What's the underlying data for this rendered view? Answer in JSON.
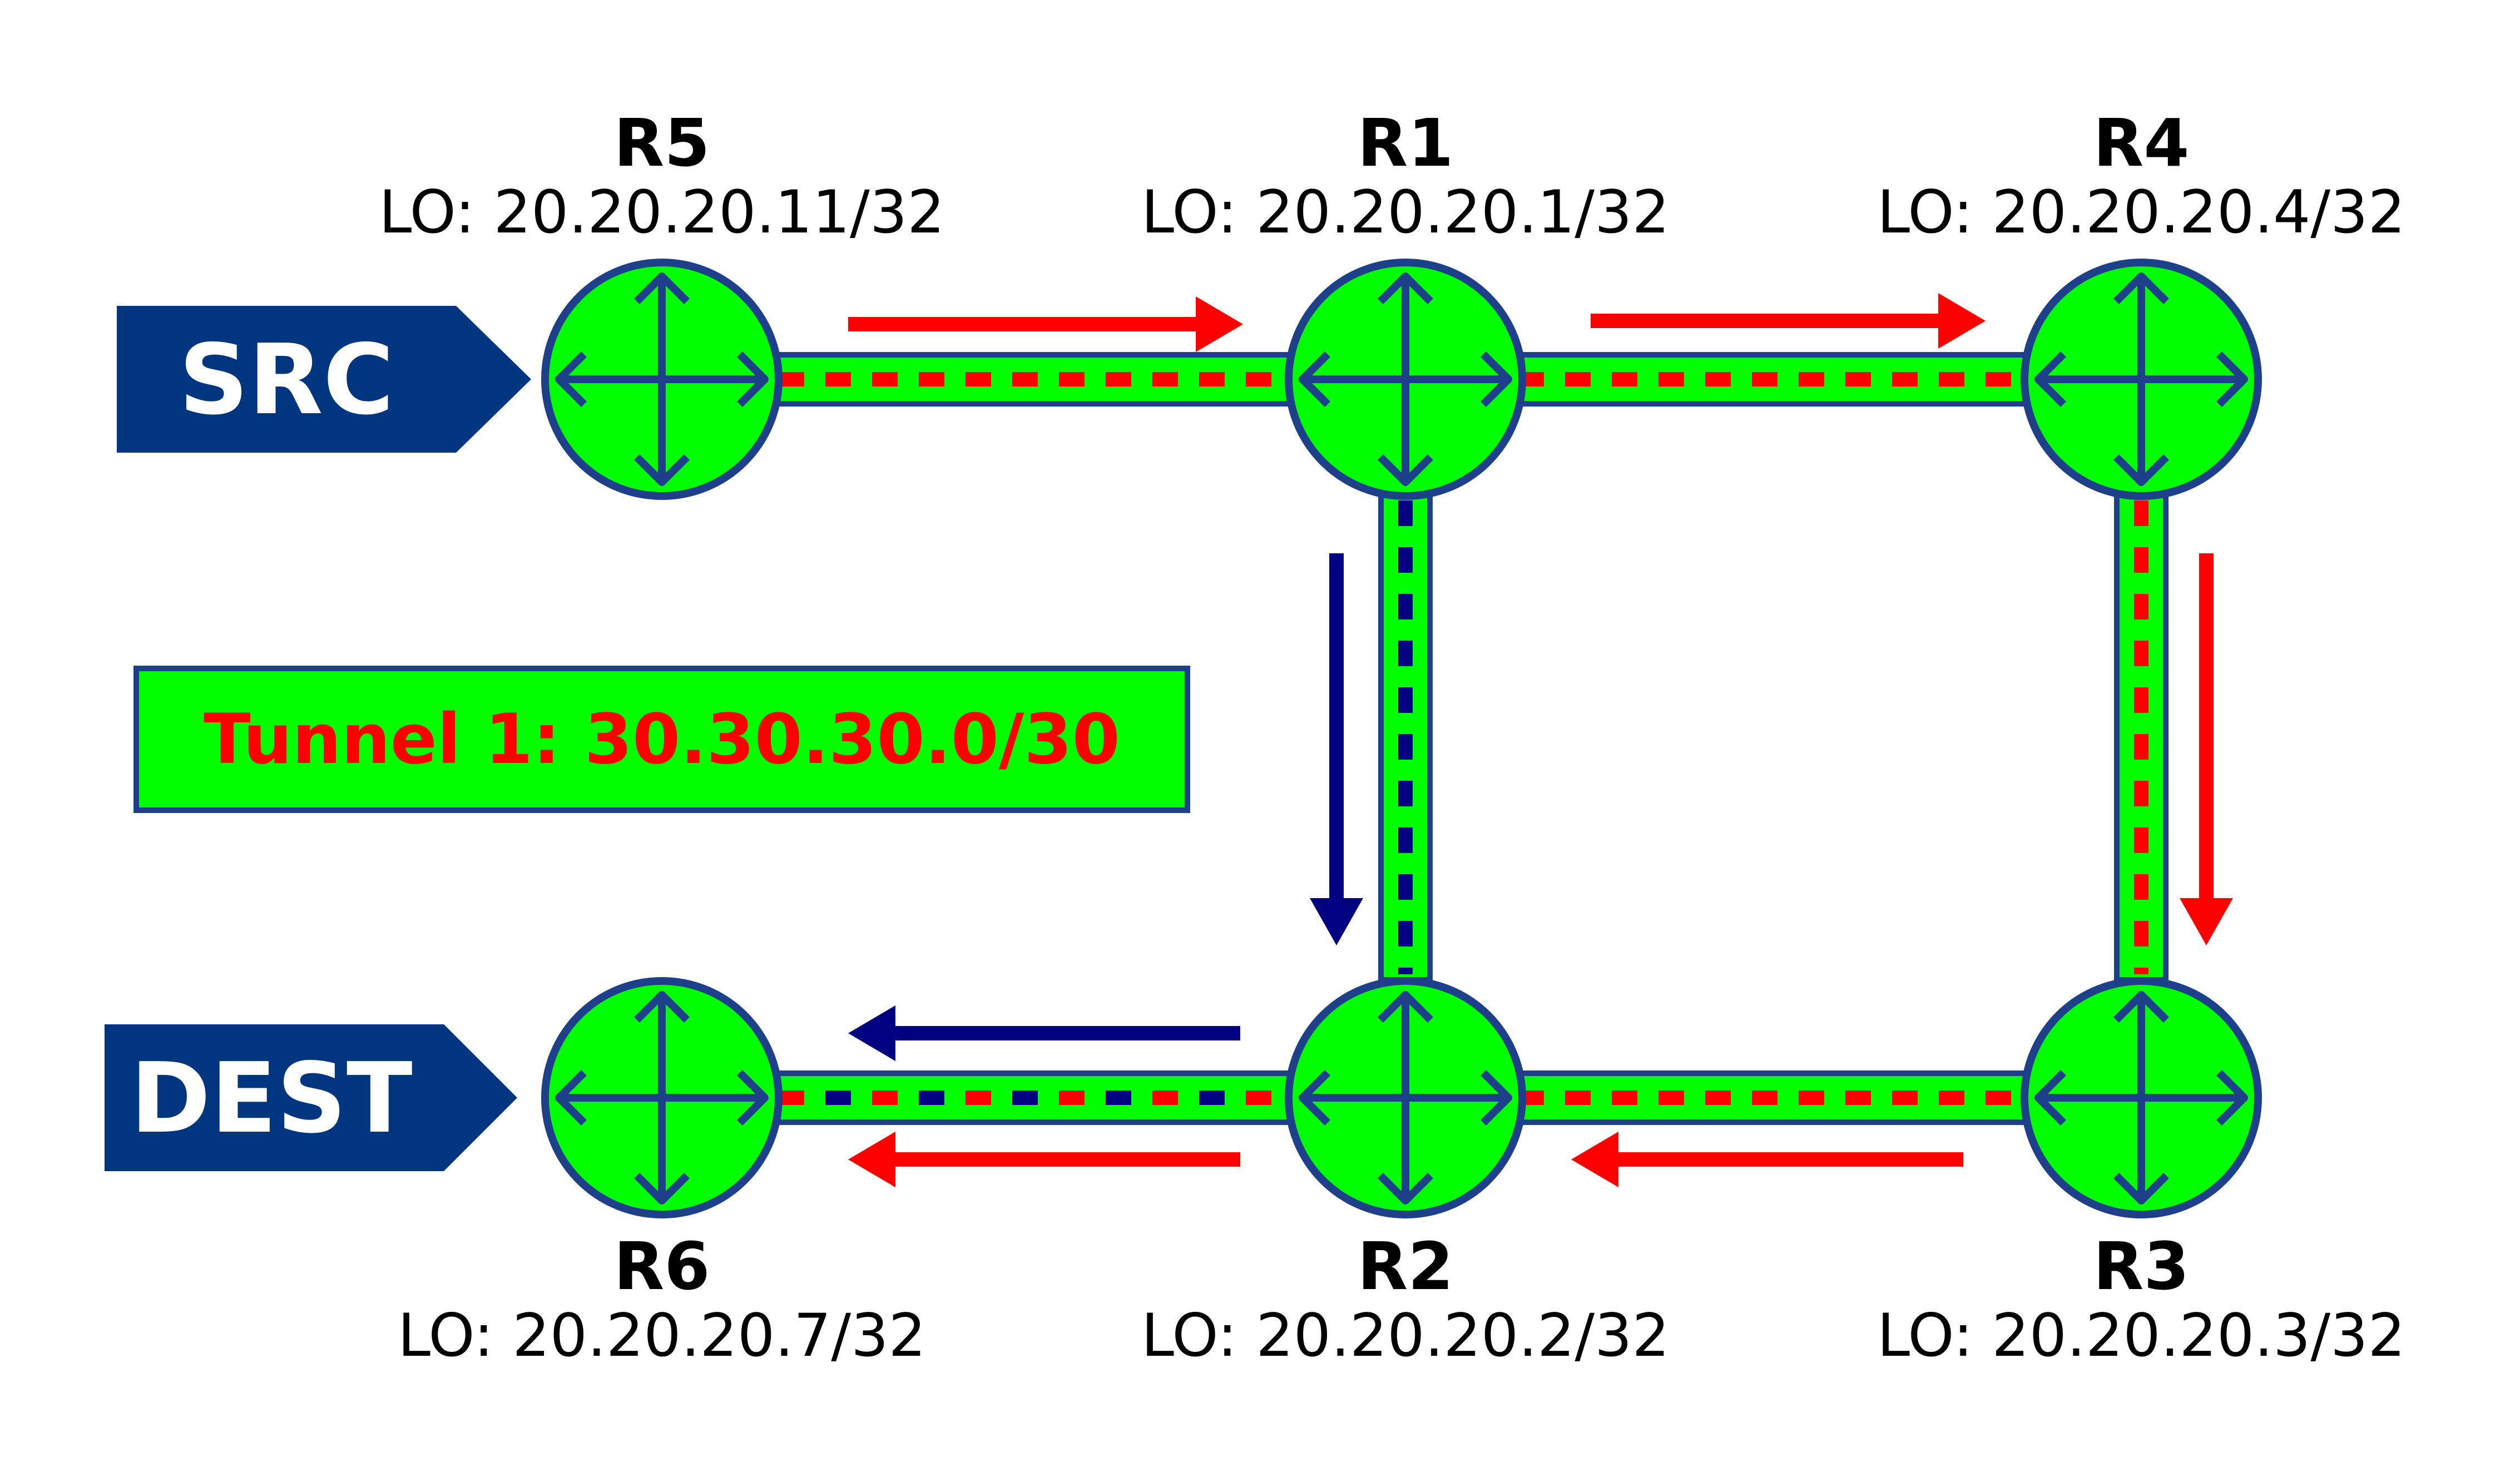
{
  "colors": {
    "router_fill": "#00ff00",
    "router_stroke": "#1e3f8a",
    "router_icon": "#1e3f8a",
    "link_fill": "#00ff00",
    "link_stroke": "#1e3f8a",
    "red_path": "#ff0000",
    "blue_path": "#000080",
    "tag_fill": "#003580",
    "tag_text": "#ffffff",
    "tunnel_box_fill": "#00ff00",
    "tunnel_box_stroke": "#1e3f8a",
    "tunnel_text": "#ff0000"
  },
  "routers": {
    "r5": {
      "name": "R5",
      "lo": "LO: 20.20.20.11/32"
    },
    "r1": {
      "name": "R1",
      "lo": "LO: 20.20.20.1/32"
    },
    "r4": {
      "name": "R4",
      "lo": "LO: 20.20.20.4/32"
    },
    "r6": {
      "name": "R6",
      "lo": "LO: 20.20.20.7/32"
    },
    "r2": {
      "name": "R2",
      "lo": "LO: 20.20.20.2/32"
    },
    "r3": {
      "name": "R3",
      "lo": "LO: 20.20.20.3/32"
    }
  },
  "tags": {
    "src": "SRC",
    "dest": "DEST"
  },
  "tunnel": {
    "label": "Tunnel 1: 30.30.30.0/30"
  },
  "router_icon": "four-way-arrow-icon"
}
